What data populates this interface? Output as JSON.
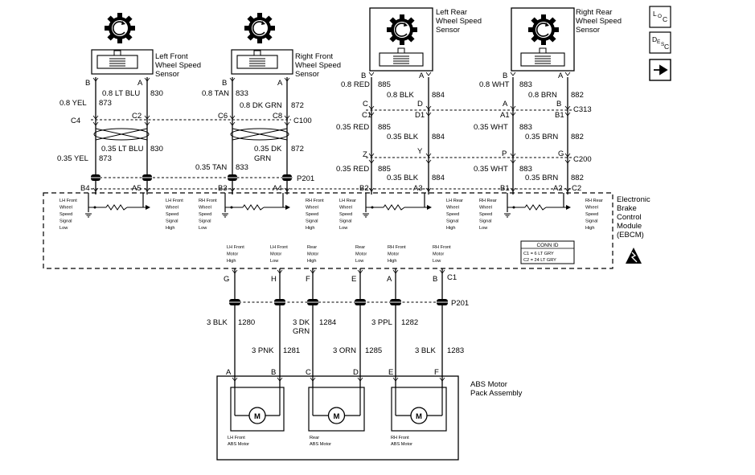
{
  "icons": {
    "loc_icon": "location-icon",
    "desc_icon": "description-icon",
    "next_icon": "right-arrow-icon",
    "esd_icon": "esd-caution-icon"
  },
  "buttons": {
    "loc": [
      "L",
      "O",
      "C"
    ],
    "desc": [
      "D",
      "E",
      "S",
      "C"
    ],
    "next_glyph": "➔"
  },
  "sensors": {
    "lf": [
      "Left Front",
      "Wheel Speed",
      "Sensor"
    ],
    "rf": [
      "Right Front",
      "Wheel Speed",
      "Sensor"
    ],
    "lr": [
      "Left Rear",
      "Wheel Speed",
      "Sensor"
    ],
    "rr": [
      "Right Rear",
      "Wheel Speed",
      "Sensor"
    ]
  },
  "pins": {
    "lf_b": "B",
    "lf_a": "A",
    "rf_b": "B",
    "rf_a": "A",
    "lr_b": "B",
    "lr_a": "A",
    "rr_b": "B",
    "rr_a": "A",
    "c4": "C4",
    "c2": "C2",
    "c6": "C6",
    "c8": "C8",
    "c100": "C100",
    "lr_c": "C",
    "lr_c1": "C1",
    "lr_d": "D",
    "lr_d1": "D1",
    "rr_a1": "A1",
    "rr_b2": "B",
    "rr_b1": "B1",
    "c313": "C313",
    "z": "Z",
    "y": "Y",
    "p": "P",
    "g": "G",
    "c200": "C200",
    "p201": "P201",
    "b4": "B4",
    "a5": "A5",
    "b3": "B3",
    "a4": "A4",
    "b2": "B2",
    "a3": "A3",
    "b1": "B1",
    "a2": "A2",
    "c2b": "C2",
    "h": "H",
    "f": "F",
    "e": "E",
    "ab": "A",
    "bb": "B",
    "c1": "C1",
    "p201b": "P201",
    "ma": "A",
    "mb": "B",
    "mc": "C",
    "md": "D",
    "me": "E",
    "mf": "F"
  },
  "wires": {
    "w830_top": "0.8 LT BLU",
    "c830_top": "830",
    "w873_top": "0.8 YEL",
    "c873_top": "873",
    "w833_top": "0.8 TAN",
    "c833_top": "833",
    "w872_top": "0.8 DK GRN",
    "c872_top": "872",
    "w885_top": "0.8 RED",
    "c885_top": "885",
    "w884_top": "0.8 BLK",
    "c884_top": "884",
    "w883_top": "0.8 WHT",
    "c883_top": "883",
    "w882_top": "0.8 BRN",
    "c882_top": "882",
    "w830_mid": "0.35 LT BLU",
    "c830_mid": "830",
    "w873_mid": "0.35 YEL",
    "c873_mid": "873",
    "w872_mid1": "0.35 DK",
    "w872_mid2": "GRN",
    "c872_mid": "872",
    "w833_mid": "0.35 TAN",
    "c833_mid": "833",
    "w885_mid": "0.35 RED",
    "c885_mid": "885",
    "w884_mid": "0.35 BLK",
    "c884_mid": "884",
    "w883_mid": "0.35 WHT",
    "c883_mid": "883",
    "w882_mid": "0.35 BRN",
    "c882_mid": "882",
    "w885_low": "0.35 RED",
    "c885_low": "885",
    "w884_low": "0.35 BLK",
    "c884_low": "884",
    "w883_low": "0.35 WHT",
    "c883_low": "883",
    "w882_low": "0.35 BRN",
    "c882_low": "882",
    "w1280": "3 BLK",
    "c1280": "1280",
    "w1284a": "3 DK",
    "w1284b": "GRN",
    "c1284": "1284",
    "w1282": "3 PPL",
    "c1282": "1282",
    "w1281": "3 PNK",
    "c1281": "1281",
    "w1285": "3 ORN",
    "c1285": "1285",
    "w1283": "3 BLK",
    "c1283": "1283"
  },
  "ebcm": {
    "title": [
      "Electronic",
      "Brake",
      "Control",
      "Module",
      "(EBCM)"
    ],
    "lf_low": [
      "LH Front",
      "Wheel",
      "Speed",
      "Signal",
      "Low"
    ],
    "lf_high": [
      "LH Front",
      "Wheel",
      "Speed",
      "Signal",
      "High"
    ],
    "rf_low": [
      "RH Front",
      "Wheel",
      "Speed",
      "Signal",
      "Low"
    ],
    "rf_high": [
      "RH Front",
      "Wheel",
      "Speed",
      "Signal",
      "High"
    ],
    "lr_low": [
      "LH Rear",
      "Wheel",
      "Speed",
      "Signal",
      "Low"
    ],
    "lr_high": [
      "LH Rear",
      "Wheel",
      "Speed",
      "Signal",
      "High"
    ],
    "rr_low": [
      "RH Rear",
      "Wheel",
      "Speed",
      "Signal",
      "Low"
    ],
    "rr_high": [
      "RH Rear",
      "Wheel",
      "Speed",
      "Signal",
      "High"
    ],
    "motor_lh_high": [
      "LH Front",
      "Motor",
      "High"
    ],
    "motor_lh_low": [
      "LH Front",
      "Motor",
      "Low"
    ],
    "motor_rear_high": [
      "Rear",
      "Motor",
      "High"
    ],
    "motor_rear_low": [
      "Rear",
      "Motor",
      "Low"
    ],
    "motor_rh_high": [
      "RH Front",
      "Motor",
      "High"
    ],
    "motor_rh_low": [
      "RH Front",
      "Motor",
      "Low"
    ],
    "conn_title": "CONN ID",
    "conn_c1": "C1 = 6 LT GRY",
    "conn_c2": "C2 = 24 LT GRY"
  },
  "pack": {
    "title": [
      "ABS Motor",
      "Pack Assembly"
    ],
    "m_glyph": "M",
    "lh": [
      "LH Front",
      "ABS Motor"
    ],
    "rear": [
      "Rear",
      "ABS Motor"
    ],
    "rh": [
      "RH Front",
      "ABS Motor"
    ]
  }
}
